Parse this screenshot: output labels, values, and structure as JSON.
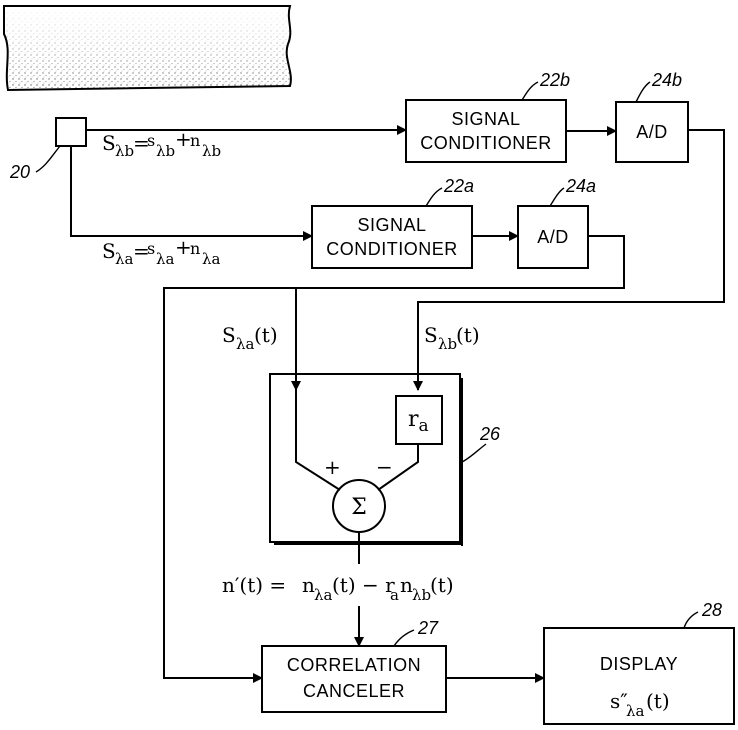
{
  "diagram": {
    "sensor_ref": "20",
    "signal_b_label": "S_λb = s_λb + n_λb",
    "signal_a_label": "S_λa = s_λa + n_λa",
    "conditioner_b": {
      "line1": "SIGNAL",
      "line2": "CONDITIONER",
      "ref": "22b"
    },
    "conditioner_a": {
      "line1": "SIGNAL",
      "line2": "CONDITIONER",
      "ref": "22a"
    },
    "adc_b": {
      "label": "A/D",
      "ref": "24b"
    },
    "adc_a": {
      "label": "A/D",
      "ref": "24a"
    },
    "input_a_label": "S_λa(t)",
    "input_b_label": "S_λb(t)",
    "multiplier": {
      "label": "r_a"
    },
    "summer": {
      "symbol": "Σ",
      "plus": "+",
      "minus": "−",
      "ref": "26"
    },
    "noise_equation": "n′(t) = n_λa(t) − r_a n_λb(t)",
    "canceler": {
      "line1": "CORRELATION",
      "line2": "CANCELER",
      "ref": "27"
    },
    "display": {
      "line1": "DISPLAY",
      "output": "s″_λa(t)",
      "ref": "28"
    }
  }
}
